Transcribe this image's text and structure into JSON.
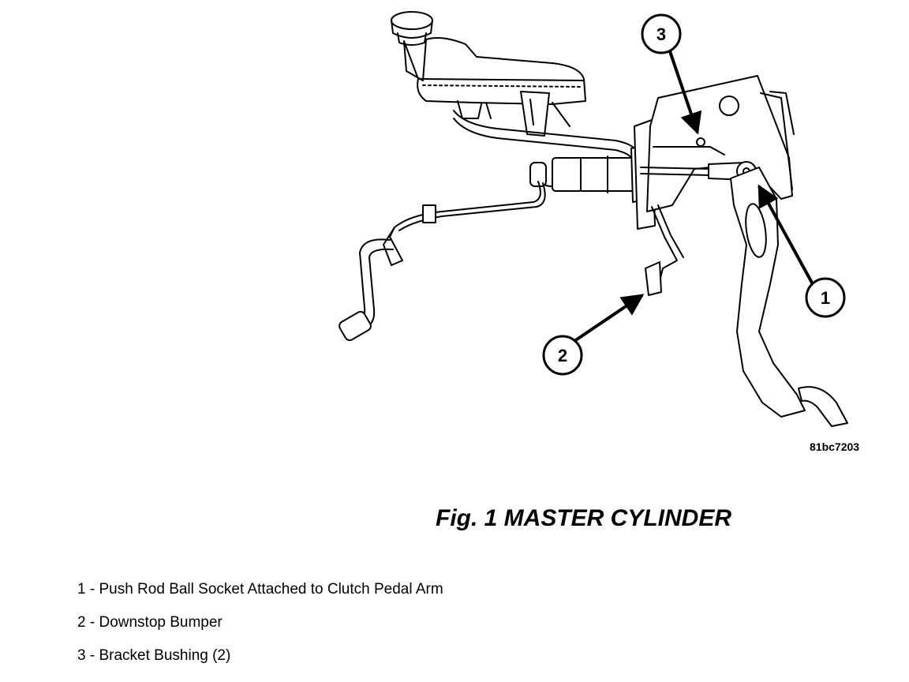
{
  "figure": {
    "code": "81bc7203",
    "caption": "Fig. 1 MASTER CYLINDER"
  },
  "callouts": [
    {
      "number": "1",
      "target": "push-rod-ball-socket"
    },
    {
      "number": "2",
      "target": "downstop-bumper"
    },
    {
      "number": "3",
      "target": "bracket-bushing"
    }
  ],
  "legend": [
    {
      "number": "1",
      "separator": " - ",
      "text": "Push Rod Ball Socket Attached to Clutch Pedal Arm"
    },
    {
      "number": "2",
      "separator": " - ",
      "text": "Downstop Bumper"
    },
    {
      "number": "3",
      "separator": " - ",
      "text": "Bracket Bushing (2)"
    }
  ]
}
